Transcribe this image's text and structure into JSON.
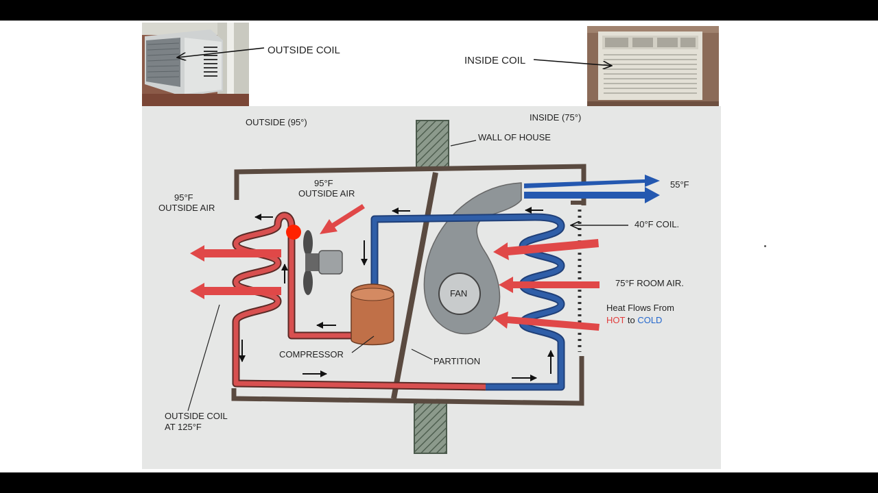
{
  "labels": {
    "outside_coil_photo": "OUTSIDE COIL",
    "inside_coil_photo": "INSIDE COIL",
    "outside_temp": "OUTSIDE (95°)",
    "inside_temp": "INSIDE (75°)",
    "wall_of_house": "WALL OF HOUSE",
    "outside_air_left_1": "95°F",
    "outside_air_left_2": "OUTSIDE AIR",
    "outside_air_center_1": "95°F",
    "outside_air_center_2": "OUTSIDE AIR",
    "supply_air": "55°F",
    "coil_temp": "40°F COIL.",
    "fan": "FAN",
    "room_air": "75°F ROOM  AIR.",
    "heat_flows": "Heat Flows From",
    "hot": "HOT",
    "to": "to",
    "cold": "COLD",
    "compressor": "COMPRESSOR",
    "partition": "PARTITION",
    "outside_coil_temp_1": "OUTSIDE COIL",
    "outside_coil_temp_2": "AT 125°F"
  },
  "colors": {
    "hot": "#e23b3b",
    "cold": "#2266cc",
    "hot_pipe": "#d85050",
    "cold_pipe": "#2f5ea8",
    "frame": "#5a4a40",
    "background": "#e6e7e6"
  },
  "icons": [
    "fan-propeller-icon",
    "fan-motor-icon",
    "blower-fan-icon"
  ]
}
